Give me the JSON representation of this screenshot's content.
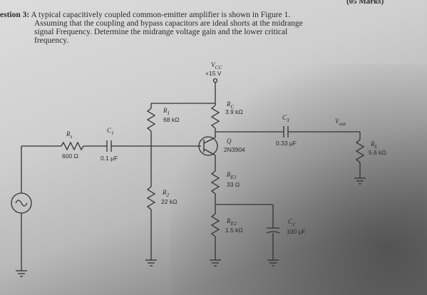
{
  "header": {
    "marks": "(05 Marks)",
    "question_label": "estion 3:",
    "lines": [
      "A typical capacitively coupled common-emitter amplifier is shown in Figure 1.",
      "Assuming that the coupling and bypass capacitors are ideal shorts at the midrange",
      "signal Frequency. Determine the midrange voltage gain and the lower critical",
      "frequency."
    ]
  },
  "circuit": {
    "vcc_label": "V",
    "vcc_sub": "CC",
    "vcc_value": "+15 V",
    "rs_name": "R",
    "rs_sub": "s",
    "rs_value": "600 Ω",
    "c1_name": "C",
    "c1_sub": "1",
    "c1_value": "0.1 μF",
    "r1_name": "R",
    "r1_sub": "1",
    "r1_value": "68 kΩ",
    "r2_name": "R",
    "r2_sub": "2",
    "r2_value": "22 kΩ",
    "rc_name": "R",
    "rc_sub": "C",
    "rc_value": "3.9 kΩ",
    "q_name": "Q",
    "q_part": "2N3904",
    "c3_name": "C",
    "c3_sub": "3",
    "c3_value": "0.33 μF",
    "vout_label": "V",
    "vout_sub": "out",
    "re1_name": "R",
    "re1_sub": "E1",
    "re1_value": "33 Ω",
    "re2_name": "R",
    "re2_sub": "E2",
    "re2_value": "1.5 kΩ",
    "c2_name": "C",
    "c2_sub": "2",
    "c2_value": "100 μF",
    "rl_name": "R",
    "rl_sub": "L",
    "rl_value": "5.6 kΩ"
  }
}
